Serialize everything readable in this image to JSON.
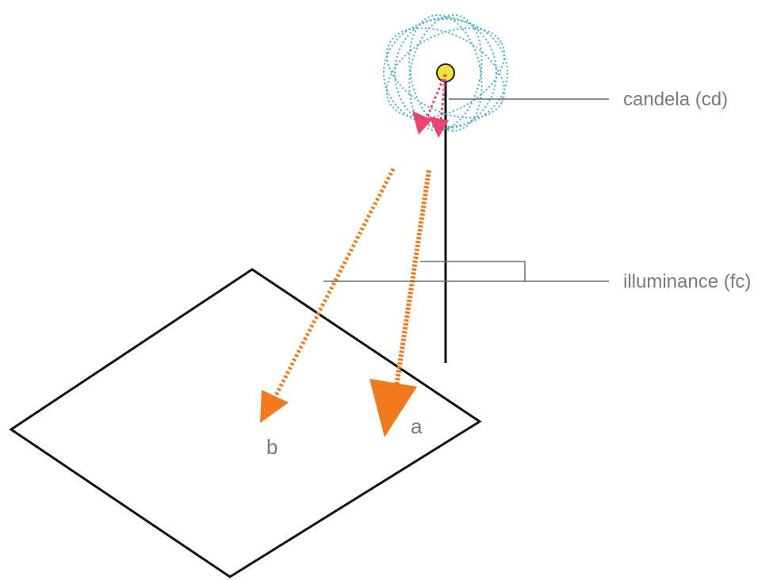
{
  "labels": {
    "candela": "candela (cd)",
    "illuminance": "illuminance (fc)",
    "point_a": "a",
    "point_b": "b"
  },
  "colors": {
    "emission_pattern": "#3fb0c4",
    "light_source": "#f0e43a",
    "intensity_arrows": "#e8456e",
    "illuminance_arrows": "#f07a1c",
    "surface_outline": "#111111",
    "leader_lines": "#6a6a6a",
    "label_text": "#7a7a7a"
  }
}
